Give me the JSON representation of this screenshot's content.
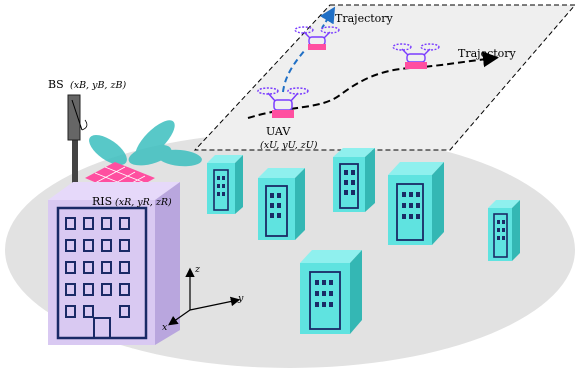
{
  "labels": {
    "bs": "BS (x_B, y_B, z_B)",
    "bs_prefix": "BS",
    "bs_coords": "(xB, yB, zB)",
    "ris_prefix": "RIS",
    "ris_coords": "(xR, yR, zR)",
    "uav": "UAV",
    "uav_coords": "(xU, yU, zU)",
    "trajectory_top": "Trajectory",
    "trajectory_right": "Trajectory",
    "axis_x": "x",
    "axis_y": "y",
    "axis_z": "z"
  },
  "colors": {
    "ground": "#e2e2e2",
    "plane": "#eeeeee",
    "building_teal": "#5fe3e0",
    "building_teal_dark": "#34b7b4",
    "bs_building": "#d9c9f2",
    "bs_building_side": "#b9a6de",
    "windows": "#1a2a66",
    "ris": "#ff4fa0",
    "beam": "#3cbfbf",
    "uav": "#7a3cff",
    "trajectory_blue": "#1f6fc5"
  }
}
